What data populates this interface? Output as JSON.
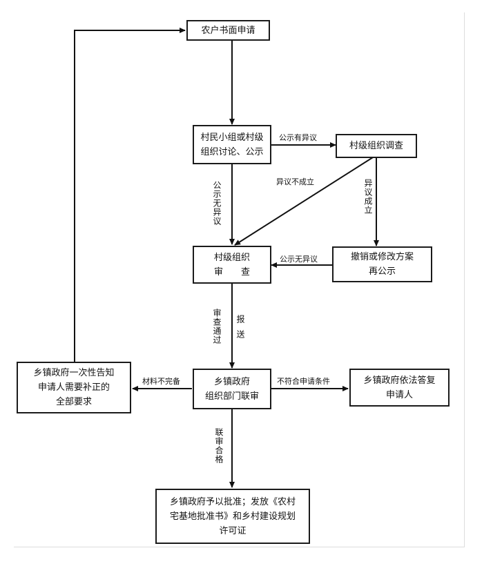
{
  "nodes": {
    "apply": {
      "lines": [
        "农户书面申请"
      ]
    },
    "discuss": {
      "lines": [
        "村民小组或村级",
        "组织讨论、公示"
      ]
    },
    "investigate": {
      "lines": [
        "村级组织调查"
      ]
    },
    "review": {
      "lines": [
        "村级组织",
        "审　　查"
      ]
    },
    "revise": {
      "lines": [
        "撤销或修改方案",
        "再公示"
      ]
    },
    "joint": {
      "lines": [
        "乡镇政府",
        "组织部门联审"
      ]
    },
    "notify": {
      "lines": [
        "乡镇政府一次性告知",
        "申请人需要补正的",
        "全部要求"
      ]
    },
    "reply": {
      "lines": [
        "乡镇政府依法答复",
        "申请人"
      ]
    },
    "approve": {
      "lines": [
        "乡镇政府予以批准；发放《农村",
        "宅基地批准书》和乡村建设规划",
        "许可证"
      ]
    }
  },
  "edges": {
    "objection": "公示有异议",
    "no_objection": "公示无异议",
    "objection_invalid": "异议不成立",
    "objection_valid": "异议成立",
    "repost_no_objection": "公示无异议",
    "review_passed": "审查通过",
    "submit": "报送",
    "incomplete": "材料不完备",
    "ineligible": "不符合申请条件",
    "joint_passed": "联审合格"
  }
}
